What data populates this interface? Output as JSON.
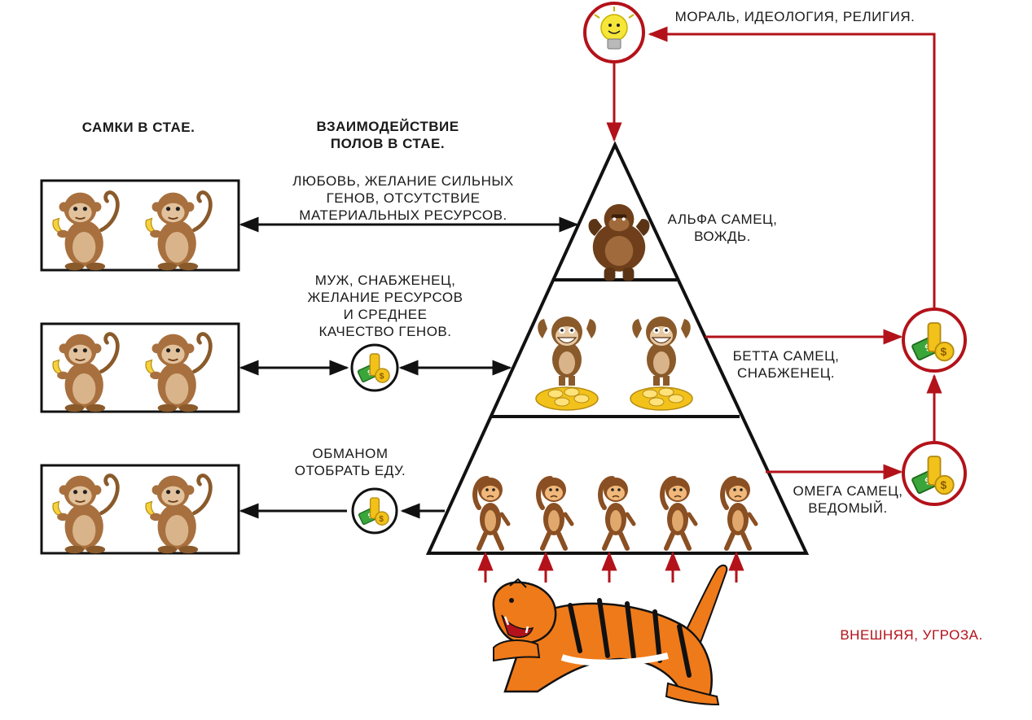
{
  "headers": {
    "females": "САМКИ В СТАЕ.",
    "interaction": "ВЗАИМОДЕЙСТВИЕ\nПОЛОВ В СТАЕ."
  },
  "interactions": {
    "alpha": "ЛЮБОВЬ, ЖЕЛАНИЕ СИЛЬНЫХ\nГЕНОВ, ОТСУТСТВИЕ\nМАТЕРИАЛЬНЫХ РЕСУРСОВ.",
    "beta": "МУЖ, СНАБЖЕНЕЦ,\nЖЕЛАНИЕ РЕСУРСОВ\nИ СРЕДНЕЕ\nКАЧЕСТВО ГЕНОВ.",
    "omega": "ОБМАНОМ\nОТОБРАТЬ ЕДУ."
  },
  "tiers": {
    "alpha": "АЛЬФА САМЕЦ,\nВОЖДЬ.",
    "beta": "БЕТТА САМЕЦ,\nСНАБЖЕНЕЦ.",
    "omega": "ОМЕГА САМЕЦ,\nВЕДОМЫЙ."
  },
  "top": "МОРАЛЬ, ИДЕОЛОГИЯ, РЕЛИГИЯ.",
  "threat": "ВНЕШНЯЯ, УГРОЗА.",
  "colors": {
    "red": "#b3121a",
    "black": "#111111",
    "monkey": "#a8703e",
    "gold": "#f2c21a",
    "money": "#3aa63a",
    "tiger": "#ef7a1a"
  },
  "icons": {
    "top_node": "lightbulb-icon",
    "resource_node": "money-coins-icon",
    "female": "monkey-with-banana-icon",
    "alpha": "gorilla-icon",
    "beta": "grinning-monkey-icon",
    "omega": "thinking-monkey-icon",
    "threat": "tiger-icon"
  }
}
